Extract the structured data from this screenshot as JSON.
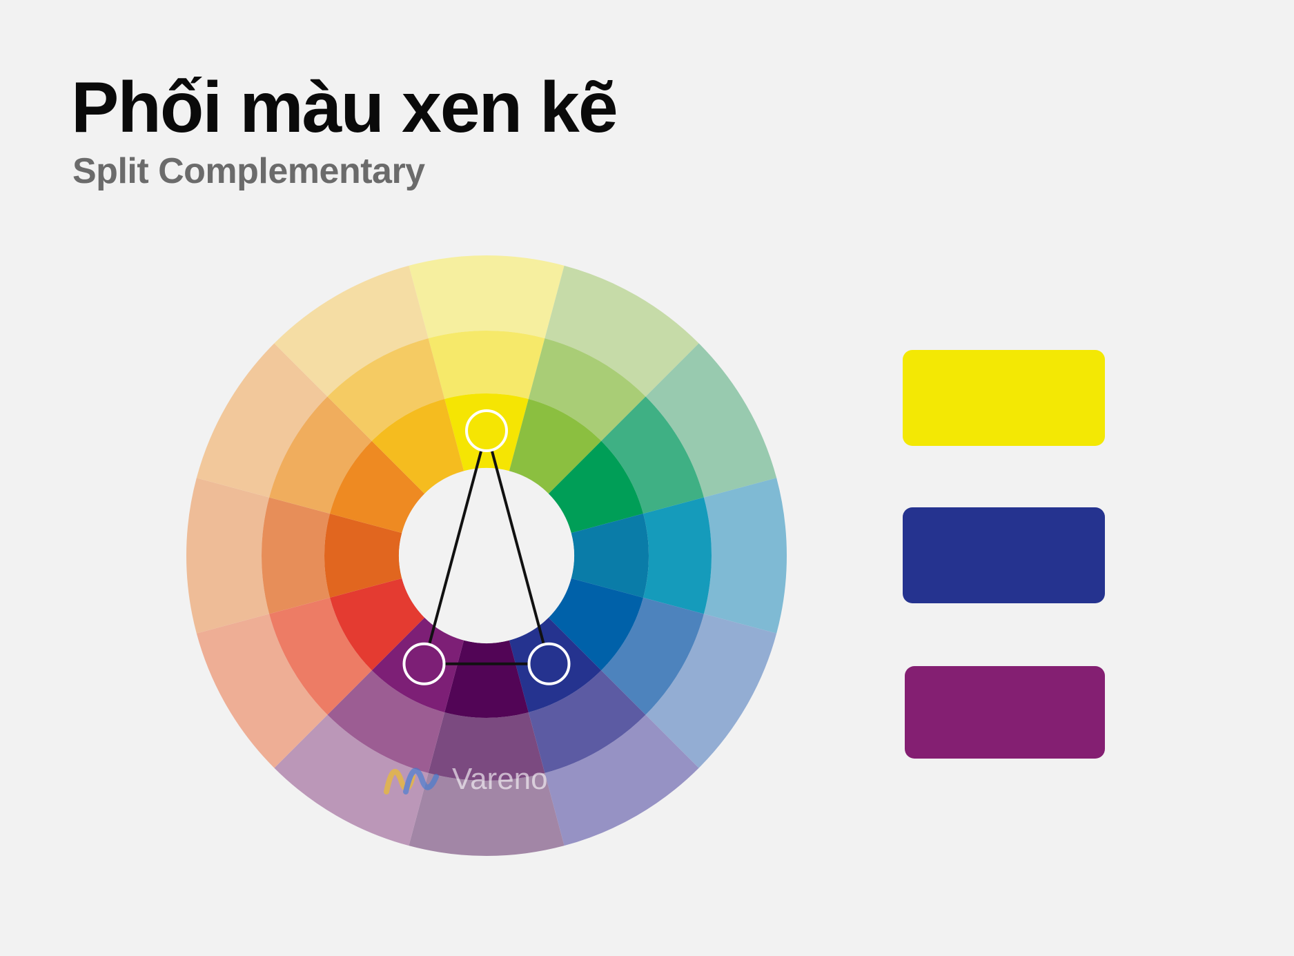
{
  "title": "Phối màu xen kẽ",
  "subtitle": "Split Complementary",
  "watermark": {
    "text": "Vareno",
    "logo_colors": [
      "#f5c518",
      "#3a7bd5",
      "#8e44ad"
    ]
  },
  "wheel": {
    "segments": [
      {
        "hue": "yellow",
        "rings": [
          "#f6ef9f",
          "#f6e96a",
          "#f5e503"
        ]
      },
      {
        "hue": "yellow-green",
        "rings": [
          "#c6dba8",
          "#a9cd76",
          "#8bbf40"
        ]
      },
      {
        "hue": "green",
        "rings": [
          "#98caaf",
          "#3fb084",
          "#009e57"
        ]
      },
      {
        "hue": "blue-green",
        "rings": [
          "#7fbad4",
          "#159bbb",
          "#0a7ca8"
        ]
      },
      {
        "hue": "blue",
        "rings": [
          "#93add3",
          "#4d83bd",
          "#0061a9"
        ]
      },
      {
        "hue": "blue-violet",
        "rings": [
          "#9692c4",
          "#5c5ba3",
          "#25338f"
        ]
      },
      {
        "hue": "violet",
        "rings": [
          "#a286a6",
          "#7b4a80",
          "#520556"
        ]
      },
      {
        "hue": "red-violet",
        "rings": [
          "#bb97b8",
          "#9c5d93",
          "#7d1f76"
        ]
      },
      {
        "hue": "red",
        "rings": [
          "#eeae95",
          "#ed7c65",
          "#e43b31"
        ]
      },
      {
        "hue": "red-orange",
        "rings": [
          "#eebc97",
          "#e78e59",
          "#e1661f"
        ]
      },
      {
        "hue": "orange",
        "rings": [
          "#f2c89b",
          "#f0ad5d",
          "#ee8a22"
        ]
      },
      {
        "hue": "yellow-orange",
        "rings": [
          "#f5dda4",
          "#f5cb63",
          "#f5bc1f"
        ]
      }
    ],
    "selected": [
      "yellow",
      "blue-violet",
      "red-violet"
    ],
    "marker_colors": [
      "#f5e503",
      "#25338f",
      "#7d1f76"
    ]
  },
  "swatches": [
    {
      "name": "yellow",
      "color": "#f3e804"
    },
    {
      "name": "blue-violet",
      "color": "#25338f"
    },
    {
      "name": "purple",
      "color": "#841f72"
    }
  ]
}
